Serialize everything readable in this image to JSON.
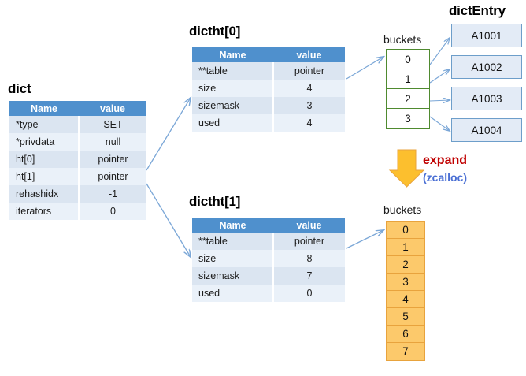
{
  "diagram": {
    "title_dict": "dict",
    "title_dictht0": "dictht[0]",
    "title_dictht1": "dictht[1]",
    "title_dictentry": "dictEntry",
    "buckets_label_top": "buckets",
    "buckets_label_bottom": "buckets",
    "expand_label": "expand",
    "zcalloc_label": "(zcalloc)"
  },
  "colors": {
    "header_blue": "#4f90cd",
    "row_odd": "#dbe5f1",
    "row_even": "#eaf1f9",
    "bucket_green_border": "#4f8a2f",
    "bucket_orange_fill": "#fcc96b",
    "bucket_orange_border": "#e8a33d",
    "entry_fill": "#e3ebf6",
    "entry_border": "#6d9eca",
    "arrow_blue": "#7ba7d7",
    "expand_red": "#c00000",
    "zcalloc_blue": "#4a6fd4",
    "expand_arrow_fill": "#fcbf2e"
  },
  "dict_table": {
    "headers": [
      "Name",
      "value"
    ],
    "rows": [
      {
        "name": "*type",
        "value": "SET"
      },
      {
        "name": "*privdata",
        "value": "null"
      },
      {
        "name": "ht[0]",
        "value": "pointer"
      },
      {
        "name": "ht[1]",
        "value": "pointer"
      },
      {
        "name": "rehashidx",
        "value": "-1"
      },
      {
        "name": "iterators",
        "value": "0"
      }
    ]
  },
  "dictht0_table": {
    "headers": [
      "Name",
      "value"
    ],
    "rows": [
      {
        "name": "**table",
        "value": "pointer"
      },
      {
        "name": "size",
        "value": "4"
      },
      {
        "name": "sizemask",
        "value": "3"
      },
      {
        "name": "used",
        "value": "4"
      }
    ]
  },
  "dictht1_table": {
    "headers": [
      "Name",
      "value"
    ],
    "rows": [
      {
        "name": "**table",
        "value": "pointer"
      },
      {
        "name": "size",
        "value": "8"
      },
      {
        "name": "sizemask",
        "value": "7"
      },
      {
        "name": "used",
        "value": "0"
      }
    ]
  },
  "buckets_top": [
    "0",
    "1",
    "2",
    "3"
  ],
  "buckets_bottom": [
    "0",
    "1",
    "2",
    "3",
    "4",
    "5",
    "6",
    "7"
  ],
  "dict_entries": [
    "A1001",
    "A1002",
    "A1003",
    "A1004"
  ]
}
